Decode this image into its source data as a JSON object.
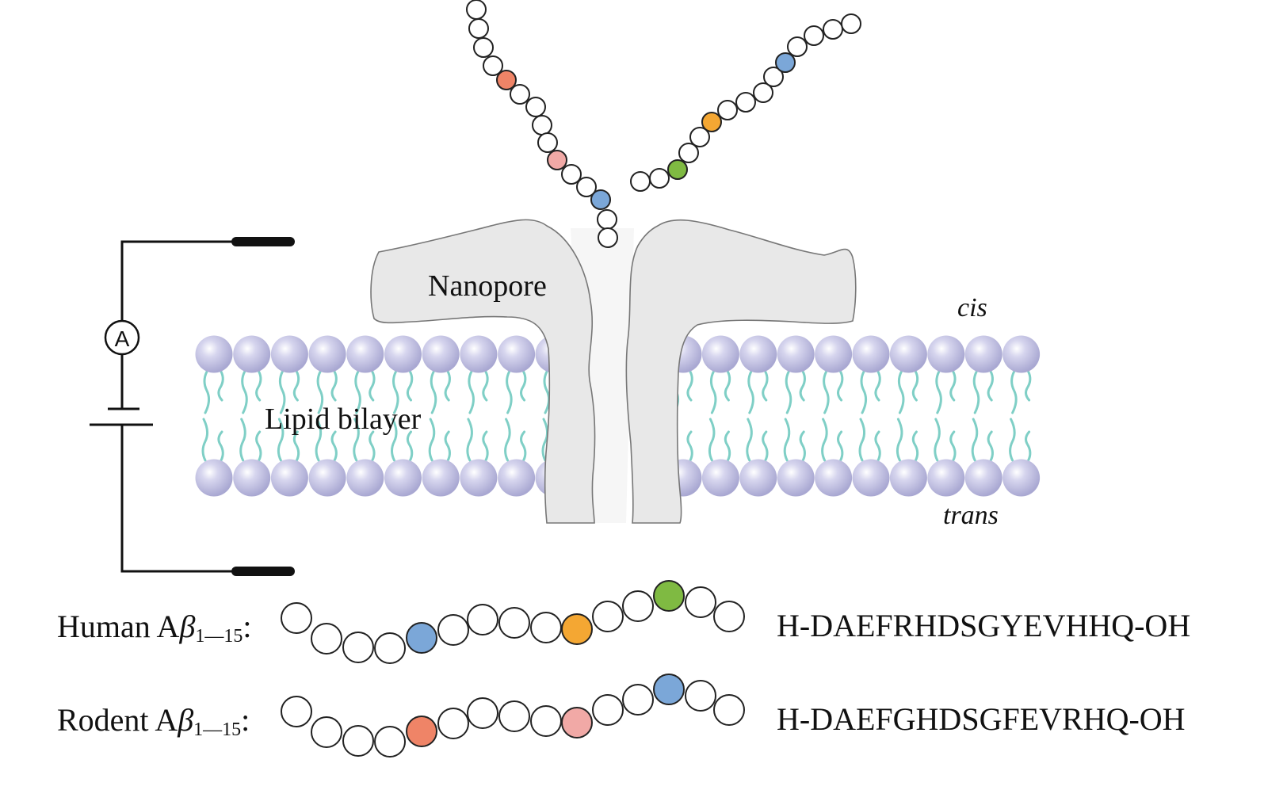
{
  "figure": {
    "labels": {
      "nanopore": "Nanopore",
      "lipid_bilayer": "Lipid bilayer",
      "cis": "cis",
      "trans": "trans",
      "ammeter": "A"
    },
    "colors": {
      "background": "#ffffff",
      "lipid_head": "#b7b6dc",
      "lipid_tail": "#7fcfc6",
      "nanopore_fill": "#e8e8e8",
      "nanopore_stroke": "#777777",
      "pore_channel": "#f6f6f6",
      "circuit": "#111111",
      "bead_empty": "#ffffff",
      "bead_stroke": "#222222",
      "blue": "#7ba7d8",
      "orange": "#f4a733",
      "green": "#7fba42",
      "salmon": "#ef8467",
      "pink": "#f1a9a6"
    },
    "peptides": [
      {
        "name": "Human",
        "label_prefix": "Human A",
        "label_beta": "β",
        "label_sub": "1—15",
        "label_suffix": ":",
        "sequence": "H-DAEFRHDSGYEVHHQ-OH",
        "bead_colors": [
          "empty",
          "empty",
          "empty",
          "empty",
          "blue",
          "empty",
          "empty",
          "empty",
          "empty",
          "orange",
          "empty",
          "empty",
          "green",
          "empty",
          "empty"
        ]
      },
      {
        "name": "Rodent",
        "label_prefix": "Rodent A",
        "label_beta": "β",
        "label_sub": "1—15",
        "label_suffix": ":",
        "sequence": "H-DAEFGHDSGFEVRHQ-OH",
        "bead_colors": [
          "empty",
          "empty",
          "empty",
          "empty",
          "salmon",
          "empty",
          "empty",
          "empty",
          "empty",
          "pink",
          "empty",
          "empty",
          "blue",
          "empty",
          "empty"
        ]
      }
    ],
    "translocating_chains": {
      "left_strand_colors": [
        "empty",
        "empty",
        "empty",
        "empty",
        "salmon",
        "empty",
        "empty",
        "empty",
        "empty",
        "pink",
        "empty",
        "empty",
        "blue",
        "empty",
        "empty"
      ],
      "right_strand_colors": [
        "empty",
        "empty",
        "green",
        "empty",
        "empty",
        "orange",
        "empty",
        "empty",
        "empty",
        "empty",
        "blue",
        "empty",
        "empty",
        "empty",
        "empty"
      ]
    },
    "lipid_layout": {
      "heads_left_of_pore": 9,
      "heads_right_of_pore": 10
    }
  }
}
